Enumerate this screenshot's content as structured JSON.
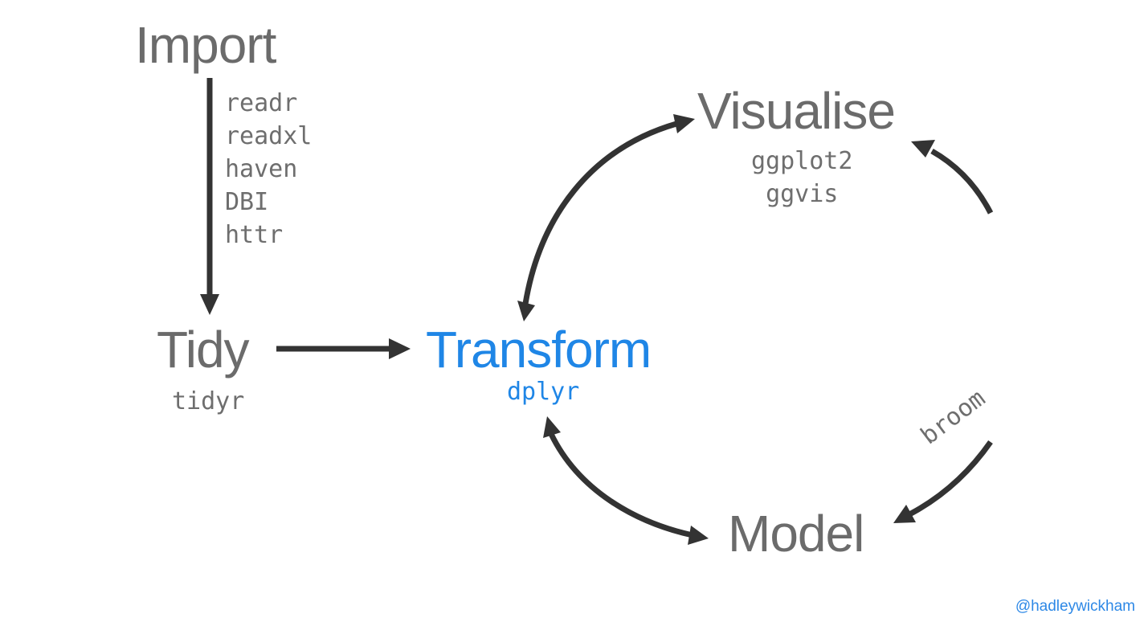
{
  "nodes": {
    "import": {
      "title": "Import",
      "packages": [
        "readr",
        "readxl",
        "haven",
        "DBI",
        "httr"
      ]
    },
    "tidy": {
      "title": "Tidy",
      "package": "tidyr"
    },
    "transform": {
      "title": "Transform",
      "package": "dplyr"
    },
    "visualise": {
      "title": "Visualise",
      "packages": [
        "ggplot2",
        "ggvis"
      ]
    },
    "model": {
      "title": "Model"
    }
  },
  "edges": {
    "broom_label": "broom"
  },
  "footer": {
    "handle": "@hadleywickham"
  },
  "colors": {
    "text_gray": "#6b6b6b",
    "accent_blue": "#1f86e6",
    "arrow_dark": "#333333"
  }
}
